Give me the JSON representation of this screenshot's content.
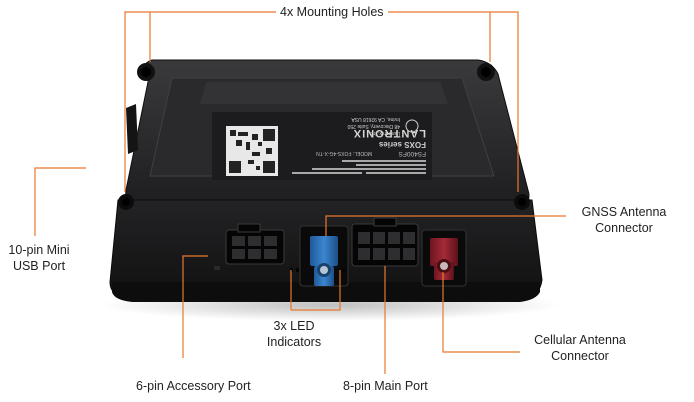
{
  "device": {
    "brand": "LANTRONIX",
    "series": "FOXS series",
    "model_line": "MODEL: FOXS-4G-X-TN",
    "part_no": "FS400FS",
    "label_lines": [
      "Lantronix, Inc.",
      "48 Discovery, Suite 250",
      "Irvine, CA 92618 USA"
    ]
  },
  "callouts": {
    "mounting_holes": "4x Mounting Holes",
    "usb_port": [
      "10-pin Mini",
      "USB Port"
    ],
    "gnss": [
      "GNSS Antenna",
      "Connector"
    ],
    "led": [
      "3x LED",
      "Indicators"
    ],
    "cellular": [
      "Cellular Antenna",
      "Connector"
    ],
    "accessory": "6-pin Accessory Port",
    "main_port": "8-pin Main Port"
  },
  "colors": {
    "leader": "#e8772e",
    "body": "#1b1b1d",
    "gnss_connector": "#2d6fb4",
    "cellular_connector": "#8a1f2b"
  }
}
